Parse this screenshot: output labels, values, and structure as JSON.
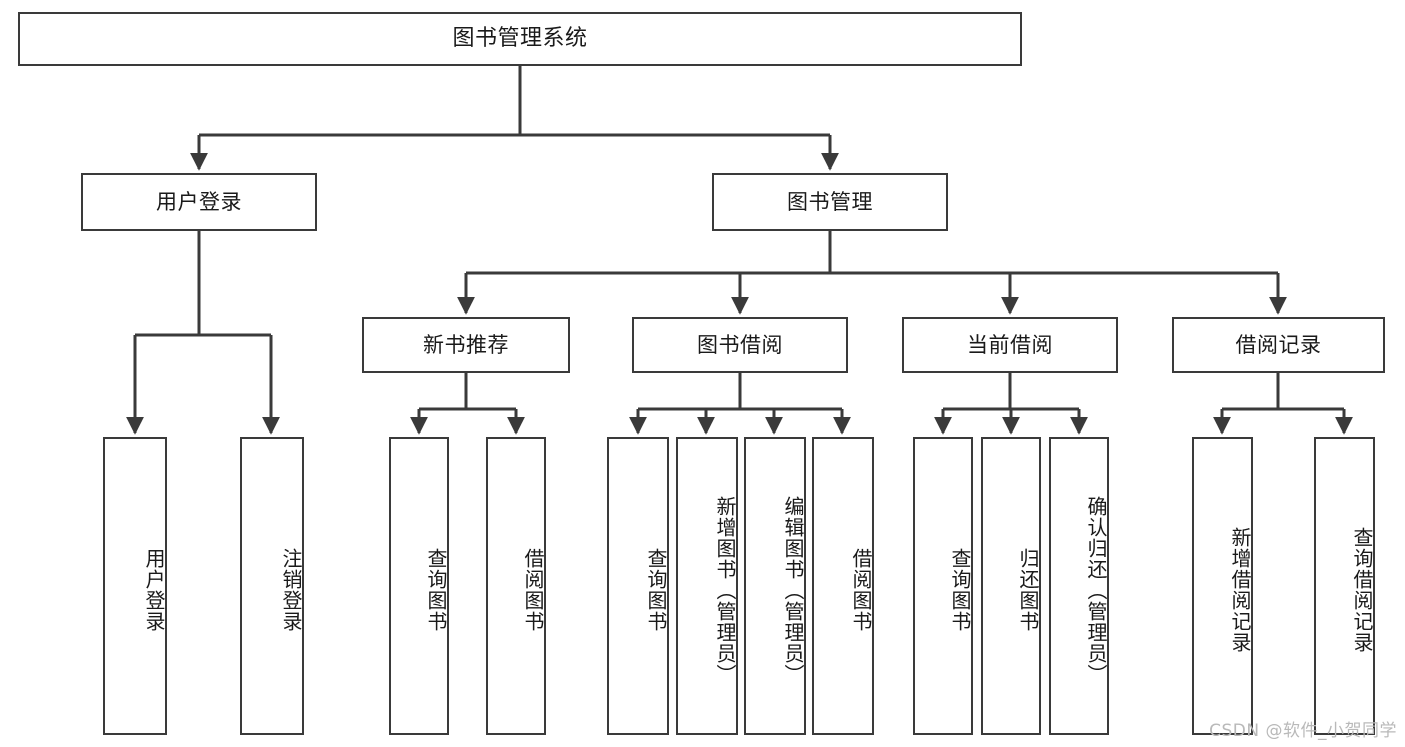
{
  "diagram": {
    "title": "图书管理系统",
    "type": "tree-hierarchy-diagram",
    "colors": {
      "box_border": "#3a3a3a",
      "box_fill": "#ffffff",
      "edge": "#3a3a3a",
      "text": "#1a1a1a",
      "watermark": "#b9b9b9",
      "background": "#ffffff"
    },
    "nodes": {
      "root": {
        "label": "图书管理系统"
      },
      "level2": [
        {
          "id": "user-login",
          "label": "用户登录"
        },
        {
          "id": "book-manage",
          "label": "图书管理"
        }
      ],
      "level3": [
        {
          "id": "new-book-recommend",
          "label": "新书推荐"
        },
        {
          "id": "book-borrow",
          "label": "图书借阅"
        },
        {
          "id": "current-borrow",
          "label": "当前借阅"
        },
        {
          "id": "borrow-record",
          "label": "借阅记录"
        }
      ],
      "leaves": {
        "user-login": [
          {
            "id": "leaf-user-login",
            "label": "用户登录"
          },
          {
            "id": "leaf-logout-login",
            "label": "注销登录"
          }
        ],
        "new-book-recommend": [
          {
            "id": "leaf-query-book-1",
            "label": "查询图书"
          },
          {
            "id": "leaf-borrow-book-1",
            "label": "借阅图书"
          }
        ],
        "book-borrow": [
          {
            "id": "leaf-query-book-2",
            "label": "查询图书"
          },
          {
            "id": "leaf-add-book",
            "label": "新增图书（管理员）"
          },
          {
            "id": "leaf-edit-book",
            "label": "编辑图书（管理员）"
          },
          {
            "id": "leaf-borrow-book-2",
            "label": "借阅图书"
          }
        ],
        "current-borrow": [
          {
            "id": "leaf-query-book-3",
            "label": "查询图书"
          },
          {
            "id": "leaf-return-book",
            "label": "归还图书"
          },
          {
            "id": "leaf-confirm-return",
            "label": "确认归还（管理员）"
          }
        ],
        "borrow-record": [
          {
            "id": "leaf-add-record",
            "label": "新增借阅记录"
          },
          {
            "id": "leaf-query-record",
            "label": "查询借阅记录"
          }
        ]
      }
    },
    "watermark": "CSDN @软件_小贺同学"
  }
}
